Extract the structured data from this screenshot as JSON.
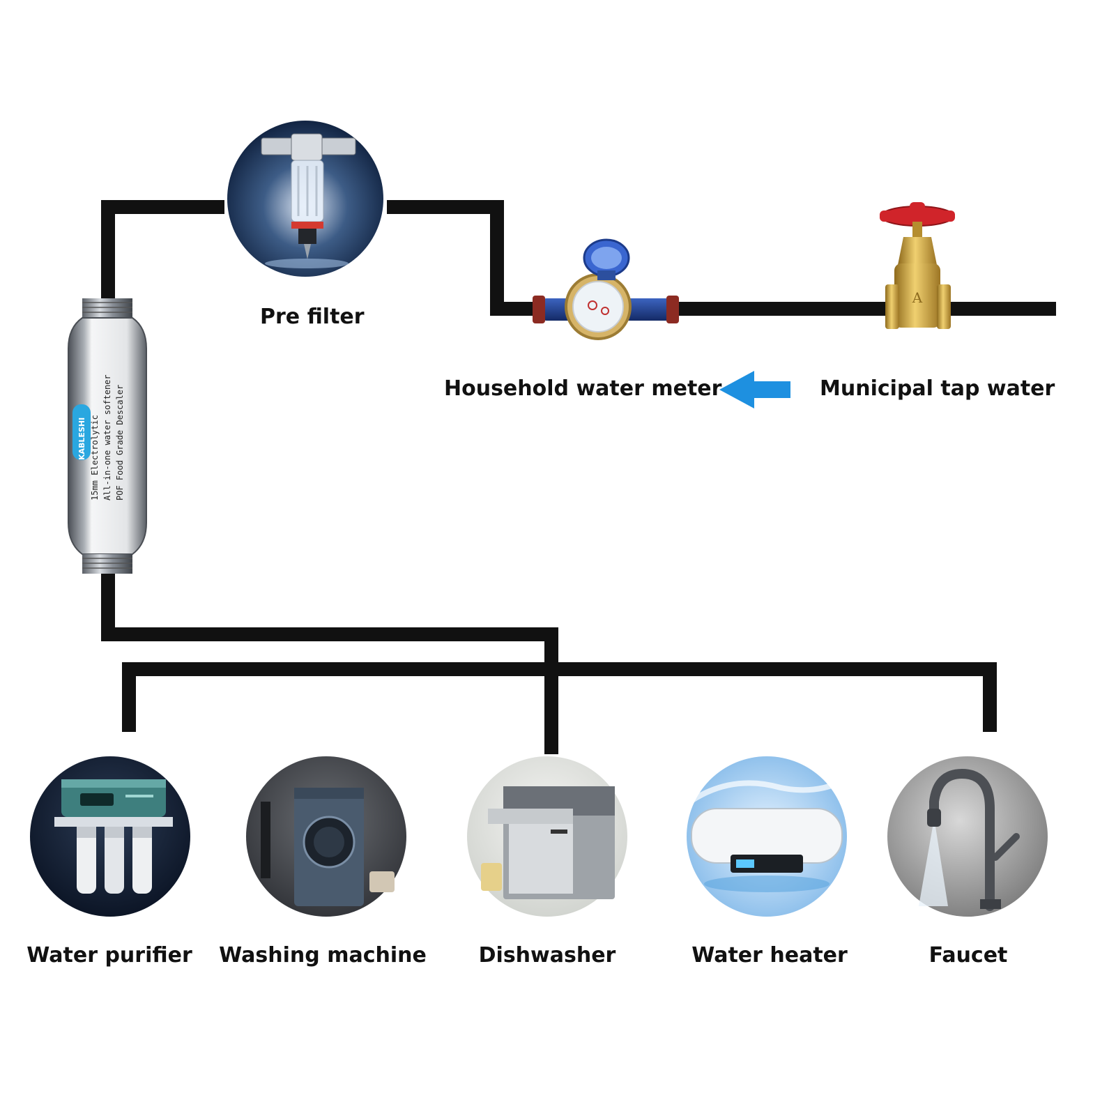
{
  "labels": {
    "pre_filter": "Pre filter",
    "household_water_meter": "Household water meter",
    "municipal_tap_water": "Municipal tap water",
    "water_purifier": "Water purifier",
    "washing_machine": "Washing machine",
    "dishwasher": "Dishwasher",
    "water_heater": "Water heater",
    "faucet": "Faucet"
  },
  "softener_print": {
    "brand": "KABLESHI",
    "line1": "15mm Electrolytic",
    "line2": "All-in-one water softener",
    "line3": "POF Food Grade Descaler"
  },
  "colors": {
    "pipe": "#111111",
    "flow_arrow": "#1e90e0",
    "valve_handle": "#d0242a",
    "brass": "#c9a13a",
    "meter_body": "#1f3f8f",
    "brand_badge": "#2aa7e0"
  },
  "icons": {
    "flow_arrow": "left-arrow-icon"
  }
}
